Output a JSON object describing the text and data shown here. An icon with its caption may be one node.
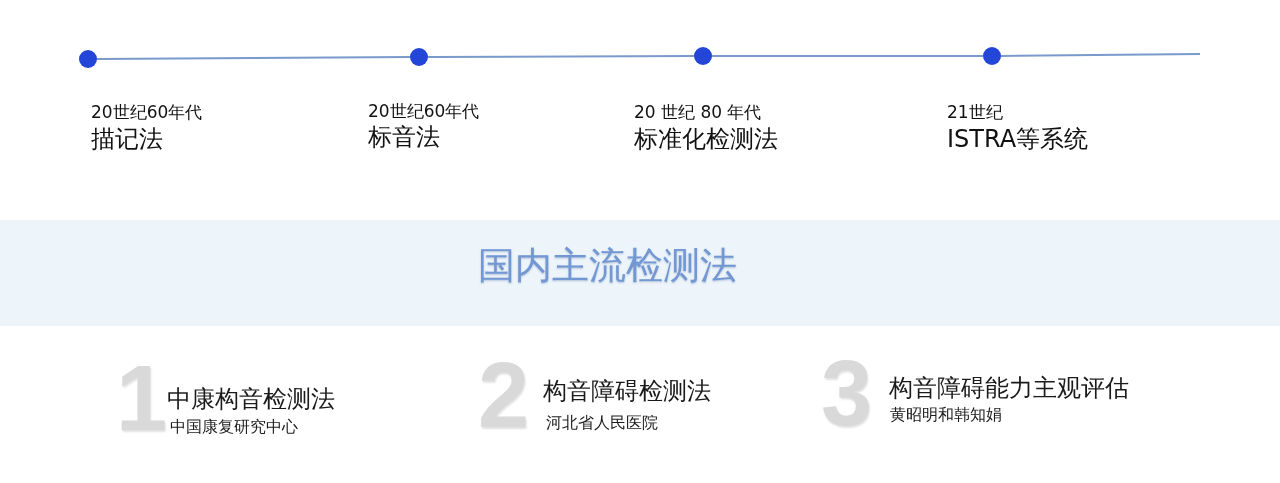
{
  "diagram": {
    "nodes": [
      {
        "text": [],
        "shape": "circle",
        "beside": [
          "20世纪60年代",
          "描记法"
        ]
      },
      {
        "text": [],
        "shape": "circle",
        "beside": [
          "20世纪60年代",
          "标音法"
        ]
      },
      {
        "text": [],
        "shape": "circle",
        "beside": [
          "20 世纪 80 年代",
          "标准化检测法"
        ]
      },
      {
        "text": [],
        "shape": "circle",
        "beside": [
          "21世纪",
          "ISTRA等系统"
        ]
      },
      {
        "text": [
          "国内主流检测法"
        ]
      }
    ],
    "edges": [
      {
        "from": 0,
        "to": 1,
        "arrow": "none"
      },
      {
        "from": 1,
        "to": 2,
        "arrow": "none"
      },
      {
        "from": 2,
        "to": 3,
        "arrow": "none"
      },
      {
        "from": 3,
        "to": null,
        "arrow": "none"
      }
    ],
    "labels": [
      "1",
      "中康构音检测法",
      "中国康复研究中心",
      "2",
      "构音障碍检测法",
      "河北省人民医院",
      "3",
      "构音障碍能力主观评估",
      "黄昭明和韩知娟"
    ]
  }
}
